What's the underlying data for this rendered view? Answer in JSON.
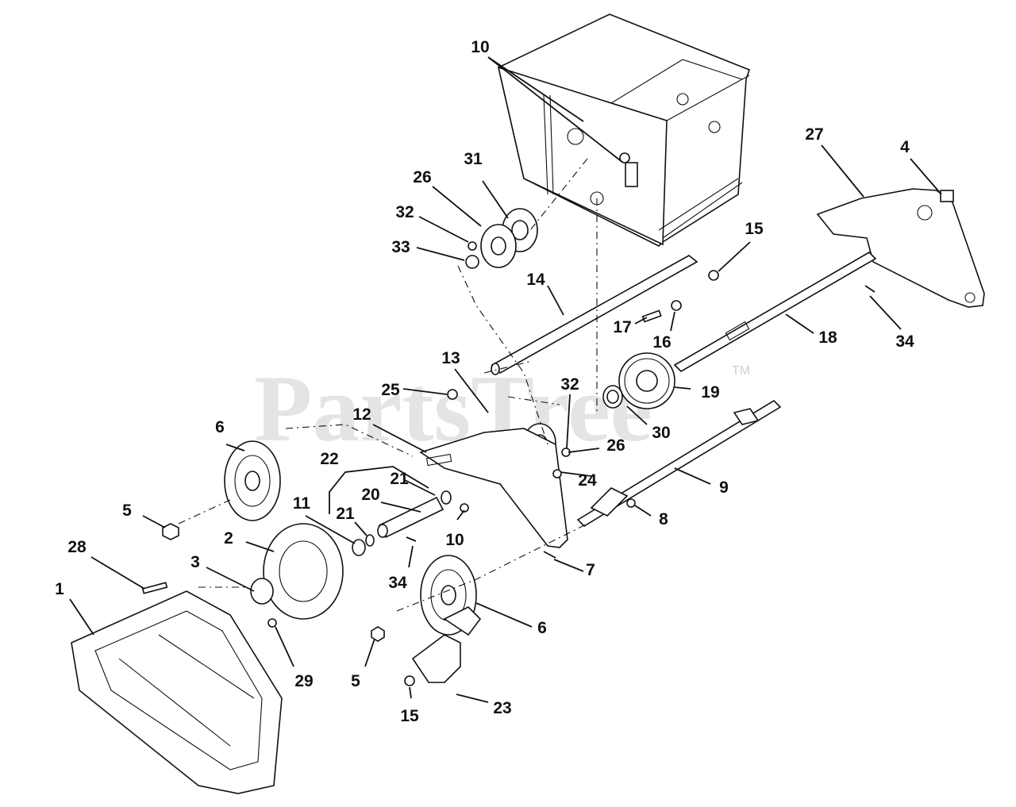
{
  "watermark": {
    "text": "PartsTree",
    "trademark": "TM"
  },
  "callouts": {
    "c1": "1",
    "c2": "2",
    "c3": "3",
    "c4": "4",
    "c5a": "5",
    "c5b": "5",
    "c6a": "6",
    "c6b": "6",
    "c7": "7",
    "c8": "8",
    "c9": "9",
    "c10a": "10",
    "c10b": "10",
    "c11": "11",
    "c12": "12",
    "c13": "13",
    "c14": "14",
    "c15a": "15",
    "c15b": "15",
    "c16": "16",
    "c17": "17",
    "c18": "18",
    "c19": "19",
    "c20": "20",
    "c21a": "21",
    "c21b": "21",
    "c22": "22",
    "c23": "23",
    "c24": "24",
    "c25": "25",
    "c26a": "26",
    "c26b": "26",
    "c27": "27",
    "c28": "28",
    "c29": "29",
    "c30": "30",
    "c31": "31",
    "c32a": "32",
    "c32b": "32",
    "c33": "33",
    "c34a": "34",
    "c34b": "34"
  }
}
